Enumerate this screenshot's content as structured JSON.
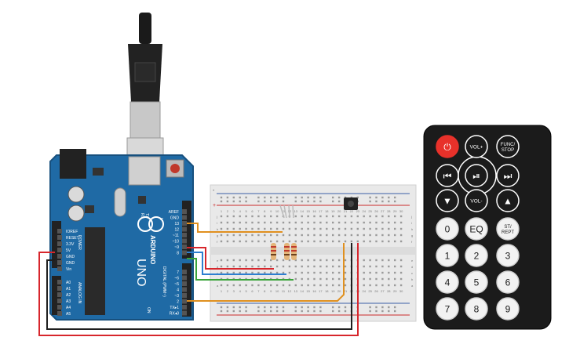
{
  "arduino": {
    "brand": "ARDUINO",
    "model": "UNO",
    "on_label": "ON",
    "tx_label": "TX",
    "rx_label": "RX",
    "l_label": "L",
    "power_label": "POWER",
    "analog_label": "ANALOG IN",
    "digital_label": "DIGITAL (PWM~)",
    "power_pins": [
      "IOREF",
      "RESET",
      "3.3V",
      "5V",
      "GND",
      "GND",
      "Vin"
    ],
    "analog_pins": [
      "A0",
      "A1",
      "A2",
      "A3",
      "A4",
      "A5"
    ],
    "digital_top_pins": [
      "AREF",
      "GND",
      "13",
      "12",
      "~11",
      "~10",
      "~9",
      "8"
    ],
    "digital_bottom_pins": [
      "7",
      "~6",
      "~5",
      "4",
      "~3",
      "2",
      "TX▸1",
      "RX◂0"
    ]
  },
  "breadboard": {
    "column_numbers": [
      "1",
      "2",
      "3",
      "4",
      "5",
      "6",
      "7",
      "8",
      "9",
      "10",
      "11",
      "12",
      "13",
      "14",
      "15",
      "16",
      "17",
      "18",
      "19",
      "20",
      "21",
      "22",
      "23",
      "24",
      "25",
      "26",
      "27",
      "28",
      "29",
      "30"
    ],
    "rows_top": [
      "j",
      "i",
      "h",
      "g",
      "f"
    ],
    "rows_bottom": [
      "e",
      "d",
      "c",
      "b",
      "a"
    ],
    "plus_label": "+",
    "minus_label": "-"
  },
  "remote": {
    "buttons": [
      {
        "label": "⏻",
        "kind": "power"
      },
      {
        "label": "VOL+",
        "kind": "dark"
      },
      {
        "label": "FUNC/\nSTOP",
        "kind": "dark"
      },
      {
        "label": "⏮",
        "kind": "dark"
      },
      {
        "label": "⏯",
        "kind": "dark"
      },
      {
        "label": "⏭",
        "kind": "dark"
      },
      {
        "label": "▼",
        "kind": "dark"
      },
      {
        "label": "VOL-",
        "kind": "dark"
      },
      {
        "label": "▲",
        "kind": "dark"
      },
      {
        "label": "0",
        "kind": "light"
      },
      {
        "label": "EQ",
        "kind": "light"
      },
      {
        "label": "ST/\nREPT",
        "kind": "light"
      },
      {
        "label": "1",
        "kind": "light"
      },
      {
        "label": "2",
        "kind": "light"
      },
      {
        "label": "3",
        "kind": "light"
      },
      {
        "label": "4",
        "kind": "light"
      },
      {
        "label": "5",
        "kind": "light"
      },
      {
        "label": "6",
        "kind": "light"
      },
      {
        "label": "7",
        "kind": "light"
      },
      {
        "label": "8",
        "kind": "light"
      },
      {
        "label": "9",
        "kind": "light"
      }
    ]
  },
  "colors": {
    "board": "#1f6aa5",
    "wire_red": "#d7262c",
    "wire_black": "#1e1e1e",
    "wire_orange": "#e0901f",
    "wire_blue": "#2e7fd0",
    "wire_green": "#3aa43a",
    "remote_body": "#1b1b1b",
    "power_button": "#e8312a"
  }
}
